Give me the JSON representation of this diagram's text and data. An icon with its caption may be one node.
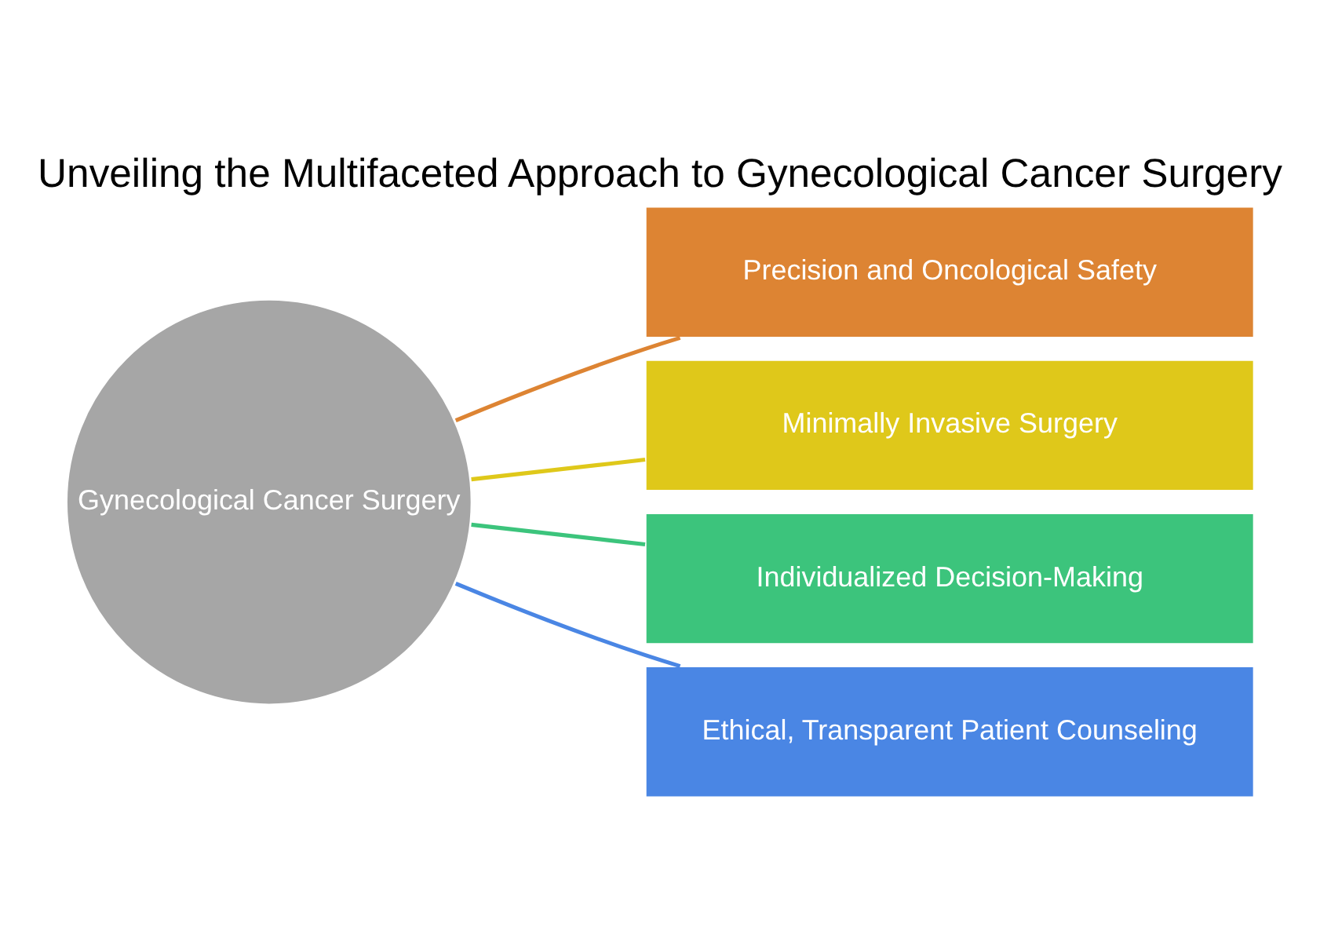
{
  "diagram": {
    "title": "Unveiling the Multifaceted Approach to Gynecological Cancer Surgery",
    "nodes": [
      {
        "text": [
          "Gynecological Cancer Surgery"
        ]
      },
      {
        "text": [
          "Precision and Oncological Safety"
        ]
      },
      {
        "text": [
          "Minimally Invasive Surgery"
        ]
      },
      {
        "text": [
          "Individualized Decision-Making"
        ]
      },
      {
        "text": [
          "Ethical, Transparent Patient Counseling"
        ]
      }
    ],
    "edges": [
      {
        "from": 0,
        "to": 1,
        "arrow": "none",
        "color": "#dd8433"
      },
      {
        "from": 0,
        "to": 2,
        "arrow": "none",
        "color": "#dfc81a"
      },
      {
        "from": 0,
        "to": 3,
        "arrow": "none",
        "color": "#3cc47c"
      },
      {
        "from": 0,
        "to": 4,
        "arrow": "none",
        "color": "#4a86e4"
      }
    ]
  }
}
